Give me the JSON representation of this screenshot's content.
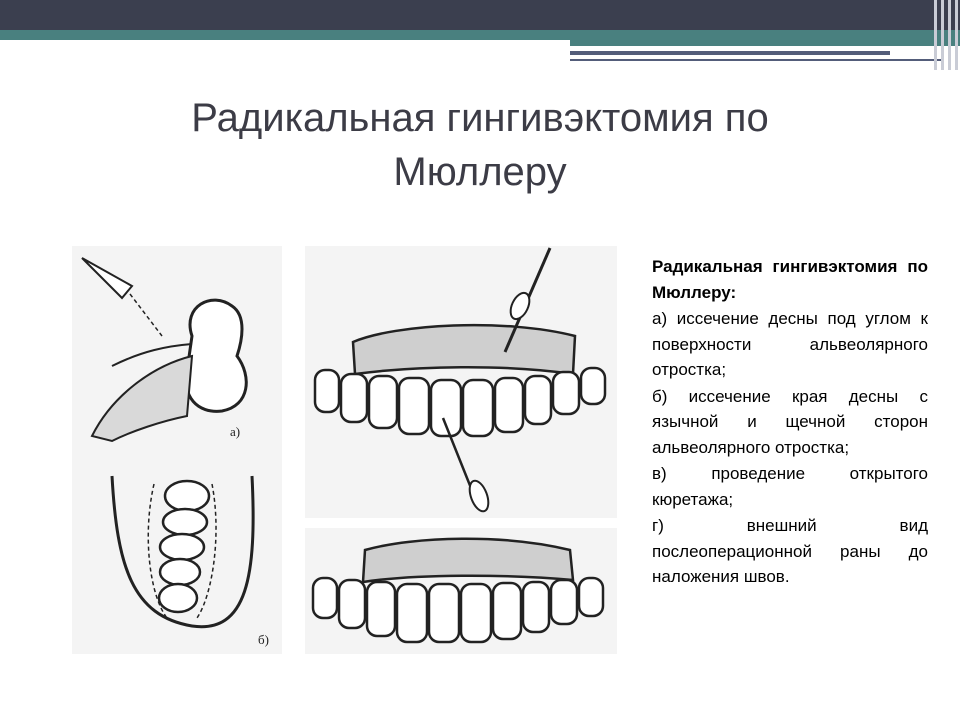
{
  "slide": {
    "title": "Радикальная гингивэктомия по Мюллеру",
    "caption": {
      "heading": "Радикальная гингивэктомия по Мюллеру:",
      "items": [
        "а) иссечение десны под углом к поверхности альвеолярного отростка;",
        "б) иссечение края десны с язычной и щечной сторон альвеолярного отростка;",
        "в) проведение открытого кюретажа;",
        "г) внешний вид послеоперационной раны до наложения швов."
      ]
    },
    "figure_labels": {
      "a": "а)",
      "b": "б)"
    }
  },
  "theme": {
    "top_band": "#3b3f4f",
    "teal": "#49807f",
    "title_color": "#3c3c46"
  }
}
